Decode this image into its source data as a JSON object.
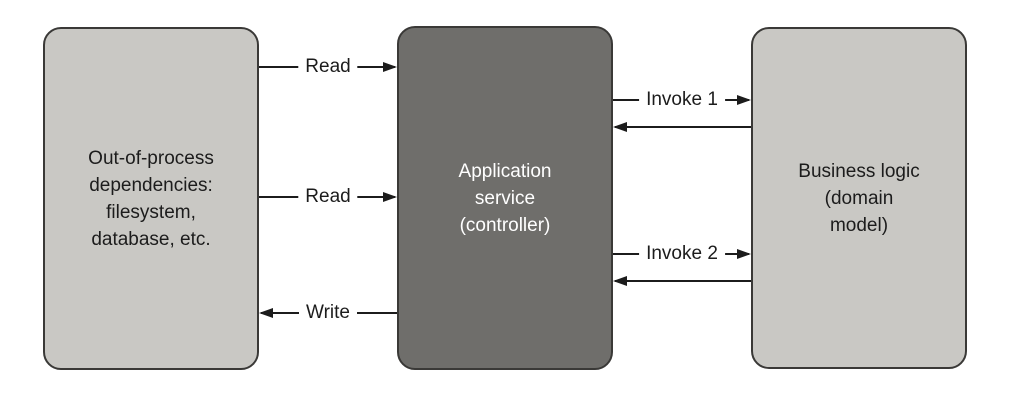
{
  "diagram": {
    "nodes": {
      "left": {
        "label": "Out-of-process\ndependencies:\nfilesystem,\ndatabase, etc."
      },
      "middle": {
        "label": "Application\nservice\n(controller)"
      },
      "right": {
        "label": "Business logic\n(domain\nmodel)"
      }
    },
    "edges": {
      "read1": {
        "label": "Read",
        "from": "left",
        "to": "middle",
        "direction": "right"
      },
      "read2": {
        "label": "Read",
        "from": "left",
        "to": "middle",
        "direction": "right"
      },
      "write": {
        "label": "Write",
        "from": "middle",
        "to": "left",
        "direction": "left"
      },
      "invoke1": {
        "label": "Invoke 1",
        "from": "middle",
        "to": "right",
        "direction": "right"
      },
      "return1": {
        "label": "",
        "from": "right",
        "to": "middle",
        "direction": "left"
      },
      "invoke2": {
        "label": "Invoke 2",
        "from": "middle",
        "to": "right",
        "direction": "right"
      },
      "return2": {
        "label": "",
        "from": "right",
        "to": "middle",
        "direction": "left"
      }
    }
  },
  "colors": {
    "light_box_fill": "#c9c8c4",
    "dark_box_fill": "#6f6e6b",
    "border": "#3a3937",
    "arrow": "#1c1c1c",
    "background": "#ffffff",
    "dark_box_text": "#ffffff",
    "text": "#1c1c1c"
  }
}
